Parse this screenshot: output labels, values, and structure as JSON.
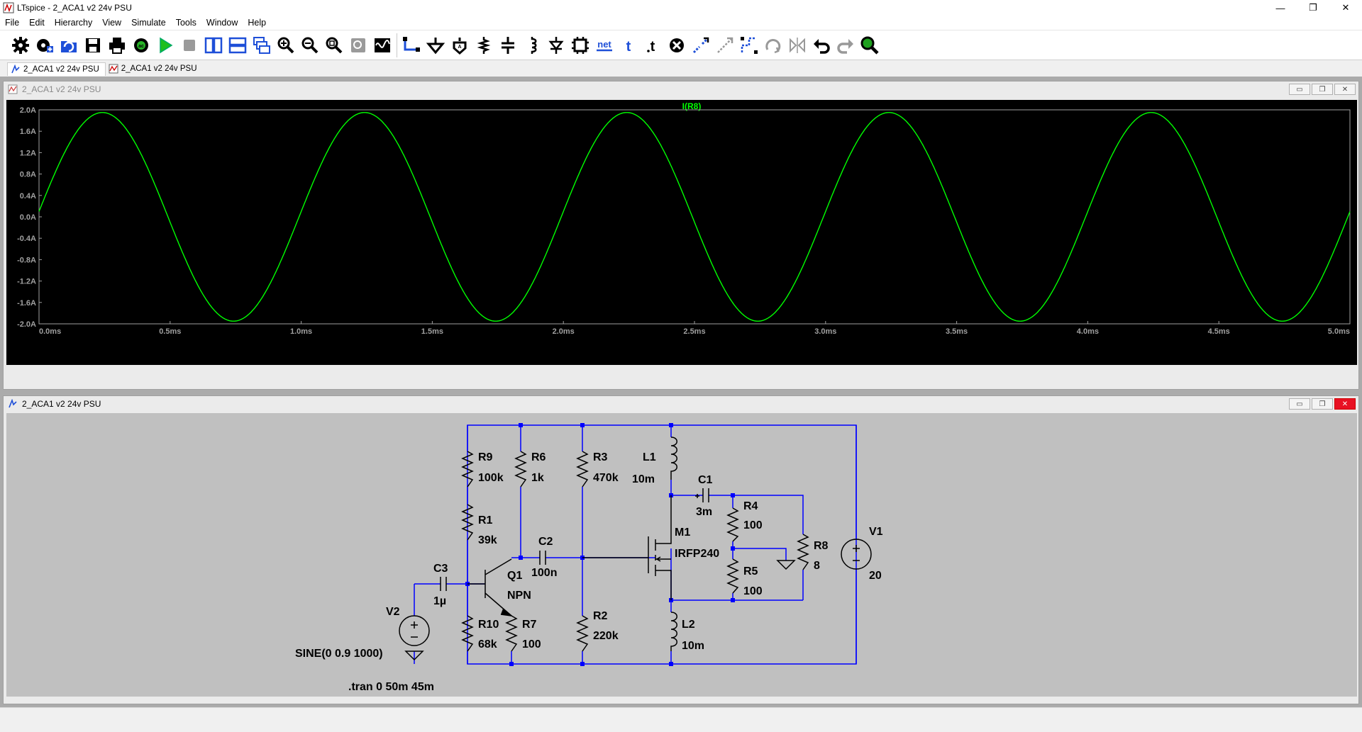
{
  "window": {
    "title": "LTspice - 2_ACA1 v2 24v PSU",
    "controls": [
      "—",
      "❐",
      "✕"
    ]
  },
  "menu": [
    "File",
    "Edit",
    "Hierarchy",
    "View",
    "Simulate",
    "Tools",
    "Window",
    "Help"
  ],
  "toolbar": {
    "icons": [
      "settings-icon",
      "open-schematic-icon",
      "open-file-icon",
      "save-icon",
      "print-icon",
      "control-panel-icon",
      "run-icon",
      "halt-icon",
      "tile-vertical-icon",
      "tile-horizontal-icon",
      "cascade-icon",
      "zoom-in-icon",
      "zoom-out-icon",
      "zoom-fit-icon",
      "zoom-back-icon",
      "autorange-icon",
      "wire-icon",
      "ground-icon",
      "label-net-icon",
      "resistor-icon",
      "capacitor-icon",
      "inductor-icon",
      "diode-icon",
      "component-icon",
      "net-icon",
      "text-icon",
      "spice-directive-icon",
      "delete-icon",
      "duplicate-icon",
      "move-icon",
      "drag-icon",
      "rotate-icon",
      "mirror-icon",
      "undo-icon",
      "redo-icon",
      "find-icon"
    ],
    "net_label": "net"
  },
  "tabs": [
    {
      "label": "2_ACA1 v2 24v PSU",
      "active": true,
      "kind": "schematic"
    },
    {
      "label": "2_ACA1 v2 24v PSU",
      "active": false,
      "kind": "waveform"
    }
  ],
  "waveform_window": {
    "title": "2_ACA1 v2 24v PSU",
    "controls": [
      "▭",
      "❐",
      "✕"
    ]
  },
  "schematic_window": {
    "title": "2_ACA1 v2 24v PSU",
    "controls": [
      "▭",
      "❐",
      "✕"
    ]
  },
  "chart_data": {
    "type": "line",
    "title": "I(R8)",
    "xlabel": "",
    "ylabel": "",
    "x_unit": "ms",
    "y_unit": "A",
    "xlim": [
      0,
      5
    ],
    "ylim": [
      -2.0,
      2.0
    ],
    "xticks": [
      "0.0ms",
      "0.5ms",
      "1.0ms",
      "1.5ms",
      "2.0ms",
      "2.5ms",
      "3.0ms",
      "3.5ms",
      "4.0ms",
      "4.5ms",
      "5.0ms"
    ],
    "yticks": [
      "2.0A",
      "1.6A",
      "1.2A",
      "0.8A",
      "0.4A",
      "0.0A",
      "-0.4A",
      "-0.8A",
      "-1.2A",
      "-1.6A",
      "-2.0A"
    ],
    "series": [
      {
        "name": "I(R8)",
        "color": "#00ff00",
        "amplitude": 1.95,
        "frequency_hz": 1000,
        "phase_at_zero": 0.1,
        "x": [
          0.0,
          0.25,
          0.5,
          0.75,
          1.0,
          1.25,
          1.5,
          1.75,
          2.0,
          2.25,
          2.5,
          2.75,
          3.0,
          3.25,
          3.5,
          3.75,
          4.0,
          4.25,
          4.5,
          4.75,
          5.0
        ],
        "values": [
          0.2,
          1.95,
          0.0,
          -1.95,
          0.0,
          1.95,
          0.0,
          -1.95,
          0.0,
          1.95,
          0.0,
          -1.95,
          0.0,
          1.95,
          0.0,
          -1.95,
          0.0,
          1.95,
          0.0,
          -1.95,
          0.0
        ]
      }
    ],
    "grid": false,
    "background": "#000000",
    "axis_color": "#a0a0a0"
  },
  "schematic": {
    "components": {
      "R9": {
        "name": "R9",
        "value": "100k"
      },
      "R6": {
        "name": "R6",
        "value": "1k"
      },
      "R3": {
        "name": "R3",
        "value": "470k"
      },
      "L1": {
        "name": "L1",
        "value": "10m"
      },
      "C1": {
        "name": "C1",
        "value": "3m"
      },
      "R4": {
        "name": "R4",
        "value": "100"
      },
      "R1": {
        "name": "R1",
        "value": "39k"
      },
      "C2": {
        "name": "C2",
        "value": "100n"
      },
      "M1": {
        "name": "M1",
        "value": "IRFP240"
      },
      "R8": {
        "name": "R8",
        "value": "8"
      },
      "V1": {
        "name": "V1",
        "value": "20"
      },
      "C3": {
        "name": "C3",
        "value": "1µ"
      },
      "Q1": {
        "name": "Q1",
        "value": "NPN"
      },
      "R5": {
        "name": "R5",
        "value": "100"
      },
      "V2": {
        "name": "V2",
        "value": "SINE(0 0.9 1000)"
      },
      "R10": {
        "name": "R10",
        "value": "68k"
      },
      "R7": {
        "name": "R7",
        "value": "100"
      },
      "R2": {
        "name": "R2",
        "value": "220k"
      },
      "L2": {
        "name": "L2",
        "value": "10m"
      }
    },
    "directive": ".tran 0 50m 45m",
    "wire_color": "#0000ff",
    "component_color": "#000000"
  }
}
